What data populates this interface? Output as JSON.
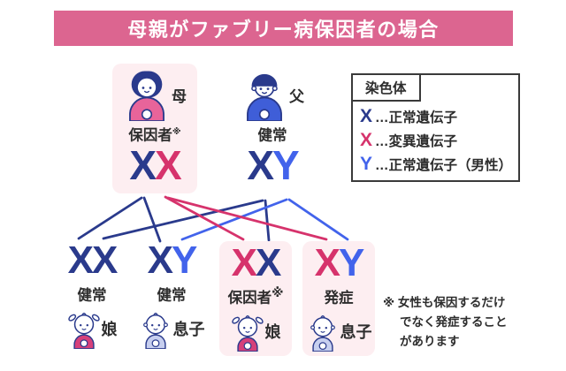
{
  "banner": {
    "title": "母親がファブリー病保因者の場合"
  },
  "legend": {
    "title": "染色体",
    "items": [
      {
        "symbol": "X",
        "color_class": "navy",
        "label": "…正常遺伝子"
      },
      {
        "symbol": "X",
        "color_class": "pink",
        "label": "…変異遺伝子"
      },
      {
        "symbol": "Y",
        "color_class": "blue",
        "label": "…正常遺伝子（男性）"
      }
    ]
  },
  "parents": {
    "mother": {
      "name": "母",
      "status": "保因者",
      "note": "※",
      "allele1": "X",
      "allele1_class": "navy",
      "allele2": "X",
      "allele2_class": "pink"
    },
    "father": {
      "name": "父",
      "status": "健常",
      "note": "",
      "allele1": "X",
      "allele1_class": "navy",
      "allele2": "Y",
      "allele2_class": "blue"
    }
  },
  "children": [
    {
      "name": "娘",
      "status": "健常",
      "note": "",
      "allele1": "X",
      "allele1_class": "navy",
      "allele2": "X",
      "allele2_class": "navy"
    },
    {
      "name": "息子",
      "status": "健常",
      "note": "",
      "allele1": "X",
      "allele1_class": "navy",
      "allele2": "Y",
      "allele2_class": "blue"
    },
    {
      "name": "娘",
      "status": "保因者",
      "note": "※",
      "allele1": "X",
      "allele1_class": "pink",
      "allele2": "X",
      "allele2_class": "navy"
    },
    {
      "name": "息子",
      "status": "発症",
      "note": "",
      "allele1": "X",
      "allele1_class": "pink",
      "allele2": "Y",
      "allele2_class": "blue"
    }
  ],
  "footnote": {
    "line1": "※ 女性も保因するだけ",
    "line2": "でなく発症すること",
    "line3": "があります"
  },
  "colors": {
    "banner_bg": "#dc6590",
    "normal_gene": "#2a3a8c",
    "mutant_gene": "#d6336c",
    "male_gene": "#4263eb",
    "highlight_bg": "#fdeef1"
  }
}
